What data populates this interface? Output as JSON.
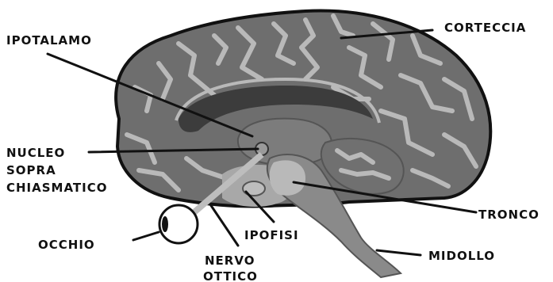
{
  "labels": {
    "ipotalamo": "IPOTALAMO",
    "corteccia": "CORTECCIA",
    "nucleo_1": "NUCLEO",
    "nucleo_2": "SOPRA",
    "nucleo_3": "CHIASMATICO",
    "tronco": "TRONCO",
    "occhio": "OCCHIO",
    "ipofisi": "IPOFISI",
    "midollo": "MIDOLLO",
    "nervo_1": "NERVO",
    "nervo_2": "OTTICO"
  },
  "colors": {
    "background": "#ffffff",
    "cortex": "#6e6e6e",
    "outline": "#111111",
    "sulci": "#b9b9b9",
    "corpus_callosum": "#3c3c3c",
    "brainstem": "#8a8a8a",
    "hypothalamus": "#7c7c7c",
    "light_region": "#a8a8a8",
    "eye": "#ffffff"
  }
}
